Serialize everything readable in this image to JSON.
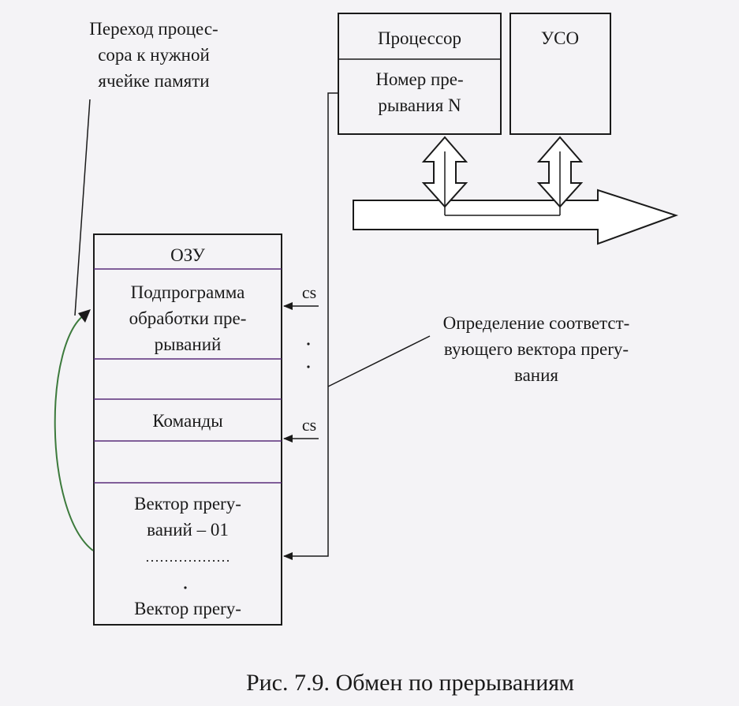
{
  "labels": {
    "transition_line1": "Переход процес-",
    "transition_line2": "сора к нужной",
    "transition_line3": "ячейке памяти",
    "processor": "Процессор",
    "interrupt_number_line1": "Номер пре-",
    "interrupt_number_line2": "рывания N",
    "uso": "УСО",
    "definition_line1": "Определение соответст-",
    "definition_line2": "вующего вектора прery-",
    "definition_line3": "вания",
    "caption": "Рис. 7.9. Обмен по прерываниям"
  },
  "ram": {
    "title": "ОЗУ",
    "subroutine_line1": "Подпрограмма",
    "subroutine_line2": "обработки пре-",
    "subroutine_line3": "рываний",
    "commands": "Команды",
    "vector1_line1": "Вектор прery-",
    "vector1_line2": "ваний – 01",
    "dotted_row": "………………",
    "vector2": "Вектор прery-"
  },
  "pointers": {
    "cs1": "cs",
    "cs2": "cs"
  },
  "colors": {
    "ink": "#1a1a1a",
    "divider": "#5a2d7a",
    "curve": "#3c7a3c",
    "background": "#f4f3f6"
  }
}
